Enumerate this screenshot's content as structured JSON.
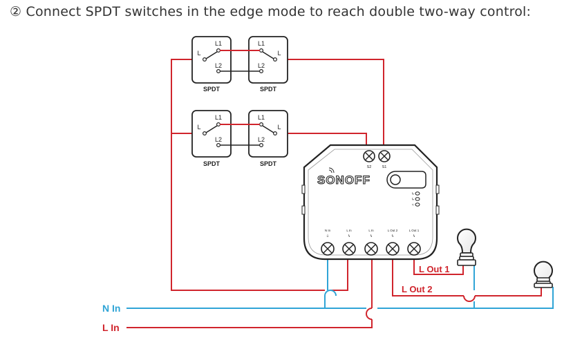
{
  "heading": "② Connect SPDT switches in the edge mode to reach double two-way control:",
  "switch_pairs": [
    {
      "left": {
        "common": "L",
        "t1": "L1",
        "t2": "L2",
        "name": "SPDT"
      },
      "right": {
        "common": "L",
        "t1": "L1",
        "t2": "L2",
        "name": "SPDT"
      }
    },
    {
      "left": {
        "common": "L",
        "t1": "L1",
        "t2": "L2",
        "name": "SPDT"
      },
      "right": {
        "common": "L",
        "t1": "L1",
        "t2": "L2",
        "name": "SPDT"
      }
    }
  ],
  "device": {
    "brand": "SONOFF",
    "top_terminals": [
      "S2",
      "S1"
    ],
    "bottom_terminals": [
      "N In",
      "L In",
      "L In",
      "L Out 2",
      "L Out 1"
    ]
  },
  "wires": {
    "n_in": "N In",
    "l_in": "L In",
    "l_out_1": "L Out 1",
    "l_out_2": "L Out 2"
  },
  "colors": {
    "live": "#d0242c",
    "neutral": "#2fa4d6",
    "outline": "#222222",
    "text": "#333333"
  }
}
